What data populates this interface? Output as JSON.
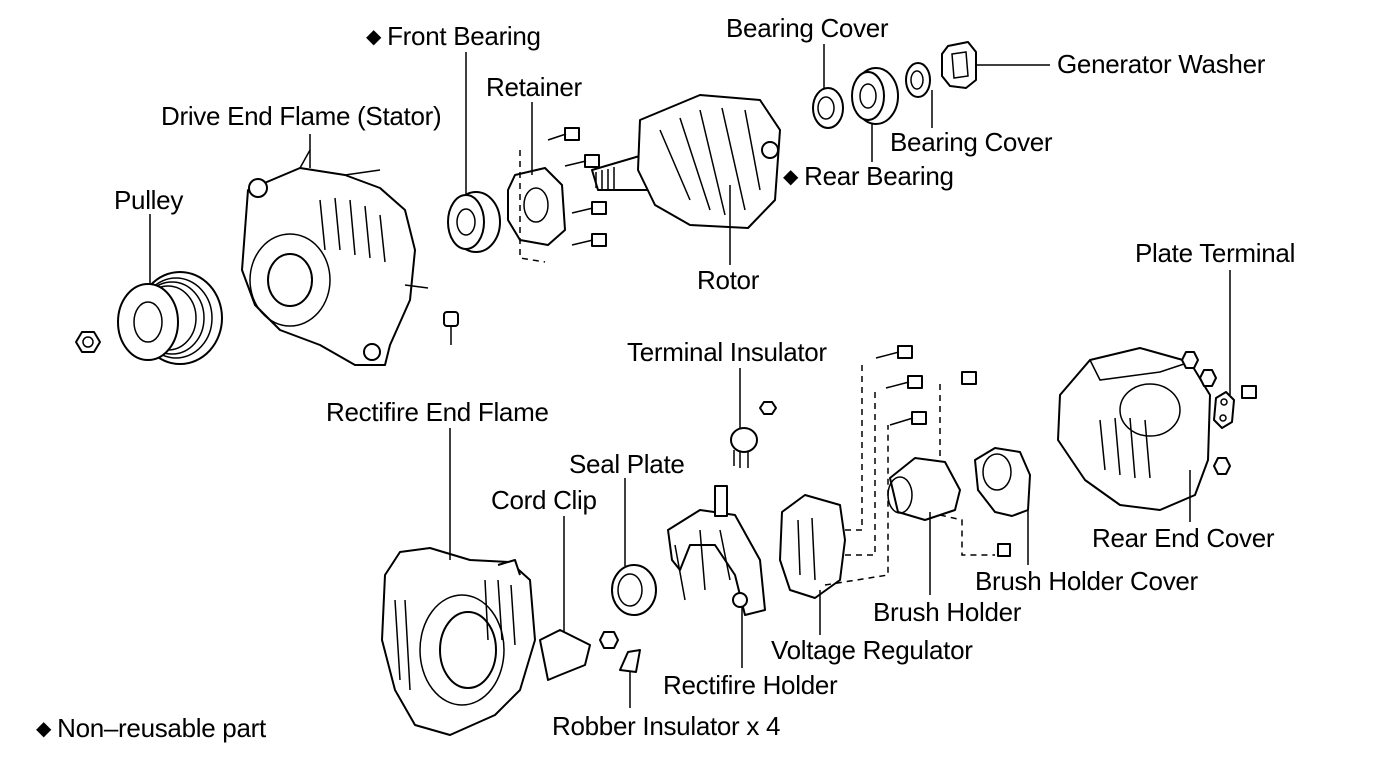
{
  "marker_symbol": "◆",
  "labels": {
    "front_bearing": "Front Bearing",
    "bearing_cover_top": "Bearing Cover",
    "generator_washer": "Generator Washer",
    "retainer": "Retainer",
    "drive_end_flame": "Drive End Flame (Stator)",
    "bearing_cover_right": "Bearing Cover",
    "rear_bearing": "Rear Bearing",
    "pulley": "Pulley",
    "rotor": "Rotor",
    "plate_terminal": "Plate Terminal",
    "terminal_insulator": "Terminal Insulator",
    "rectifire_end_flame": "Rectifire End Flame",
    "seal_plate": "Seal Plate",
    "cord_clip": "Cord Clip",
    "rear_end_cover": "Rear End Cover",
    "brush_holder_cover": "Brush Holder Cover",
    "brush_holder": "Brush Holder",
    "voltage_regulator": "Voltage Regulator",
    "rectifire_holder": "Rectifire Holder",
    "robber_insulator": "Robber Insulator x 4"
  },
  "legend": {
    "text": "Non–reusable part"
  }
}
